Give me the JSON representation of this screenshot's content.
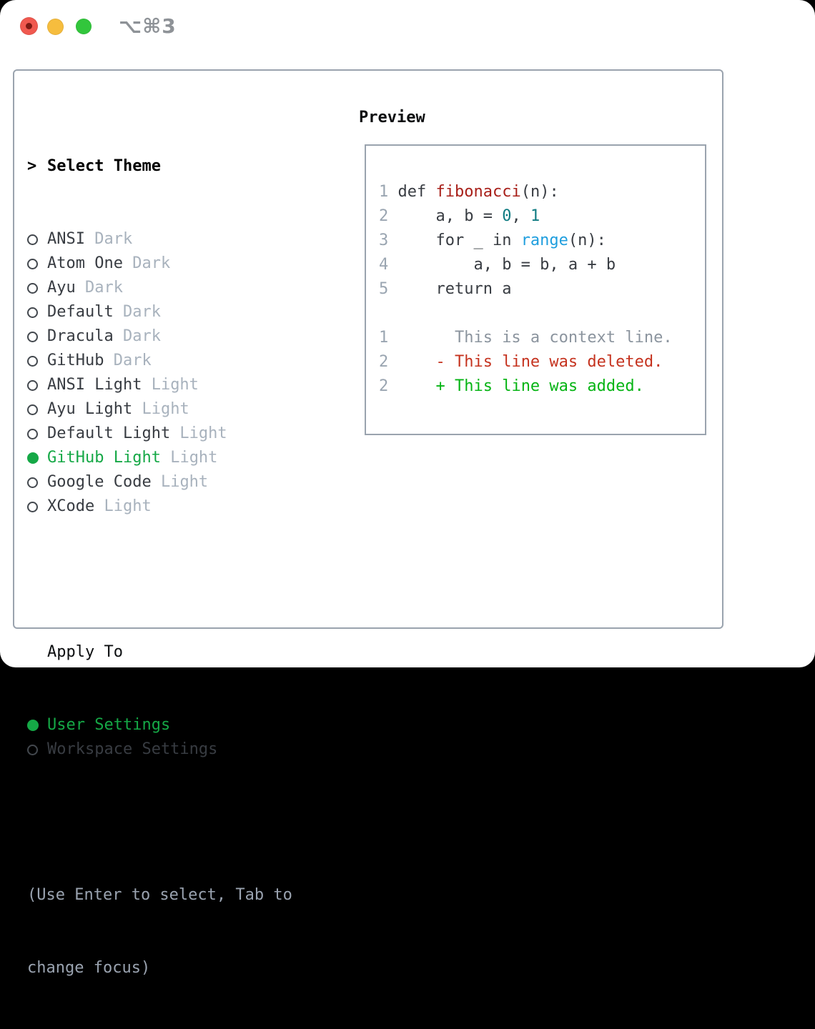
{
  "titlebar": {
    "shortcut": "⌥⌘3",
    "traffic_lights": [
      {
        "icon": "close-icon",
        "color": "#f0594f"
      },
      {
        "icon": "minimize-icon",
        "color": "#f6bd3e"
      },
      {
        "icon": "zoom-icon",
        "color": "#32c63c"
      }
    ]
  },
  "theme_picker": {
    "prompt": ">",
    "title": "Select Theme",
    "themes": [
      {
        "name": "ANSI",
        "variant": "Dark",
        "selected": false
      },
      {
        "name": "Atom One",
        "variant": "Dark",
        "selected": false
      },
      {
        "name": "Ayu",
        "variant": "Dark",
        "selected": false
      },
      {
        "name": "Default",
        "variant": "Dark",
        "selected": false
      },
      {
        "name": "Dracula",
        "variant": "Dark",
        "selected": false
      },
      {
        "name": "GitHub",
        "variant": "Dark",
        "selected": false
      },
      {
        "name": "ANSI Light",
        "variant": "Light",
        "selected": false
      },
      {
        "name": "Ayu Light",
        "variant": "Light",
        "selected": false
      },
      {
        "name": "Default Light",
        "variant": "Light",
        "selected": false
      },
      {
        "name": "GitHub Light",
        "variant": "Light",
        "selected": true
      },
      {
        "name": "Google Code",
        "variant": "Light",
        "selected": false
      },
      {
        "name": "XCode",
        "variant": "Light",
        "selected": false
      }
    ]
  },
  "apply_to": {
    "title": "Apply To",
    "options": [
      {
        "label": "User Settings",
        "selected": true
      },
      {
        "label": "Workspace Settings",
        "selected": false
      }
    ]
  },
  "hint": {
    "line1": "(Use Enter to select, Tab to",
    "line2": "change focus)"
  },
  "preview": {
    "title": "Preview",
    "lines": [
      {
        "kind": "code",
        "segments": [
          [
            "1 ",
            "ln"
          ],
          [
            "def ",
            "t"
          ],
          [
            "fibonacci",
            "fn"
          ],
          [
            "(n):",
            "t"
          ]
        ]
      },
      {
        "kind": "code",
        "segments": [
          [
            "2",
            "ln"
          ],
          [
            "     a, b = ",
            "t"
          ],
          [
            "0",
            "num"
          ],
          [
            ", ",
            "t"
          ],
          [
            "1",
            "num"
          ]
        ]
      },
      {
        "kind": "code",
        "segments": [
          [
            "3",
            "ln"
          ],
          [
            "     for _ in ",
            "t"
          ],
          [
            "range",
            "bi"
          ],
          [
            "(n):",
            "t"
          ]
        ]
      },
      {
        "kind": "code",
        "segments": [
          [
            "4",
            "ln"
          ],
          [
            "         a, b = b, a + b",
            "t"
          ]
        ]
      },
      {
        "kind": "code",
        "segments": [
          [
            "5",
            "ln"
          ],
          [
            "     return a",
            "t"
          ]
        ]
      },
      {
        "kind": "blank",
        "segments": []
      },
      {
        "kind": "diff-context",
        "segments": [
          [
            "1",
            "ln"
          ],
          [
            "       This is a context line.",
            "ctx"
          ]
        ]
      },
      {
        "kind": "diff-deleted",
        "segments": [
          [
            "2",
            "ln"
          ],
          [
            "     ",
            "t"
          ],
          [
            "- This line was deleted.",
            "del"
          ]
        ]
      },
      {
        "kind": "diff-added",
        "segments": [
          [
            "2",
            "ln"
          ],
          [
            "     ",
            "t"
          ],
          [
            "+ This line was added.",
            "add"
          ]
        ]
      }
    ]
  },
  "colors": {
    "selection_green": "#15a846",
    "added_green": "#06b414",
    "deleted_red": "#c5331f",
    "function_red": "#a8201a",
    "number_teal": "#0f7b82",
    "builtin_blue": "#1f9ede",
    "muted_gray": "#a8b2bd",
    "line_number_gray": "#9aa5b1",
    "border_gray": "#9aa3ae",
    "traffic_red": "#f0594f",
    "traffic_yellow": "#f6bd3e",
    "traffic_green": "#32c63c"
  }
}
